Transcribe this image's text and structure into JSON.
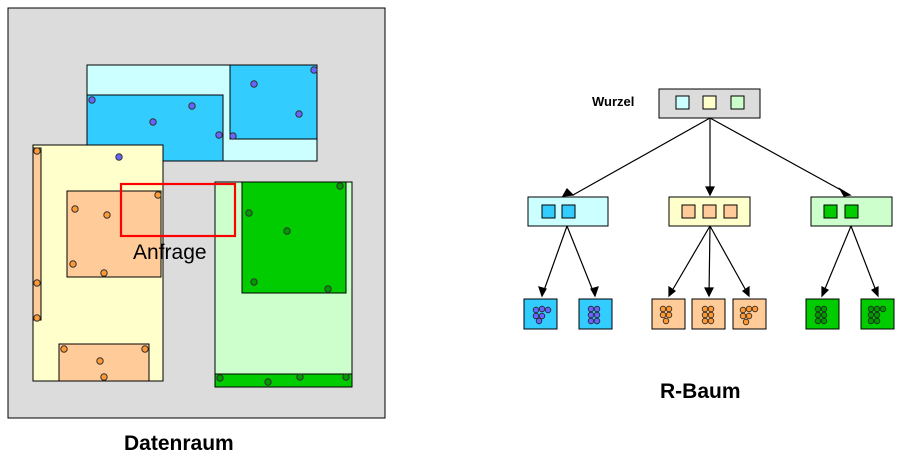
{
  "data_space": {
    "caption": "Datenraum",
    "query_label": "Anfrage",
    "background_color": "#dcdcdc",
    "regions": [
      {
        "name": "blue",
        "outer_color": "#ccffff",
        "inner_color": "#33ccff"
      },
      {
        "name": "orange",
        "outer_color": "#ffffcc",
        "inner_color": "#ffcc99"
      },
      {
        "name": "green",
        "outer_color": "#ccffcc",
        "inner_color": "#00cc00"
      }
    ],
    "query_color": "#ff0000"
  },
  "tree": {
    "caption": "R-Baum",
    "root_label": "Wurzel",
    "root_color": "#dcdcdc",
    "children_count": [
      2,
      3,
      2
    ]
  }
}
